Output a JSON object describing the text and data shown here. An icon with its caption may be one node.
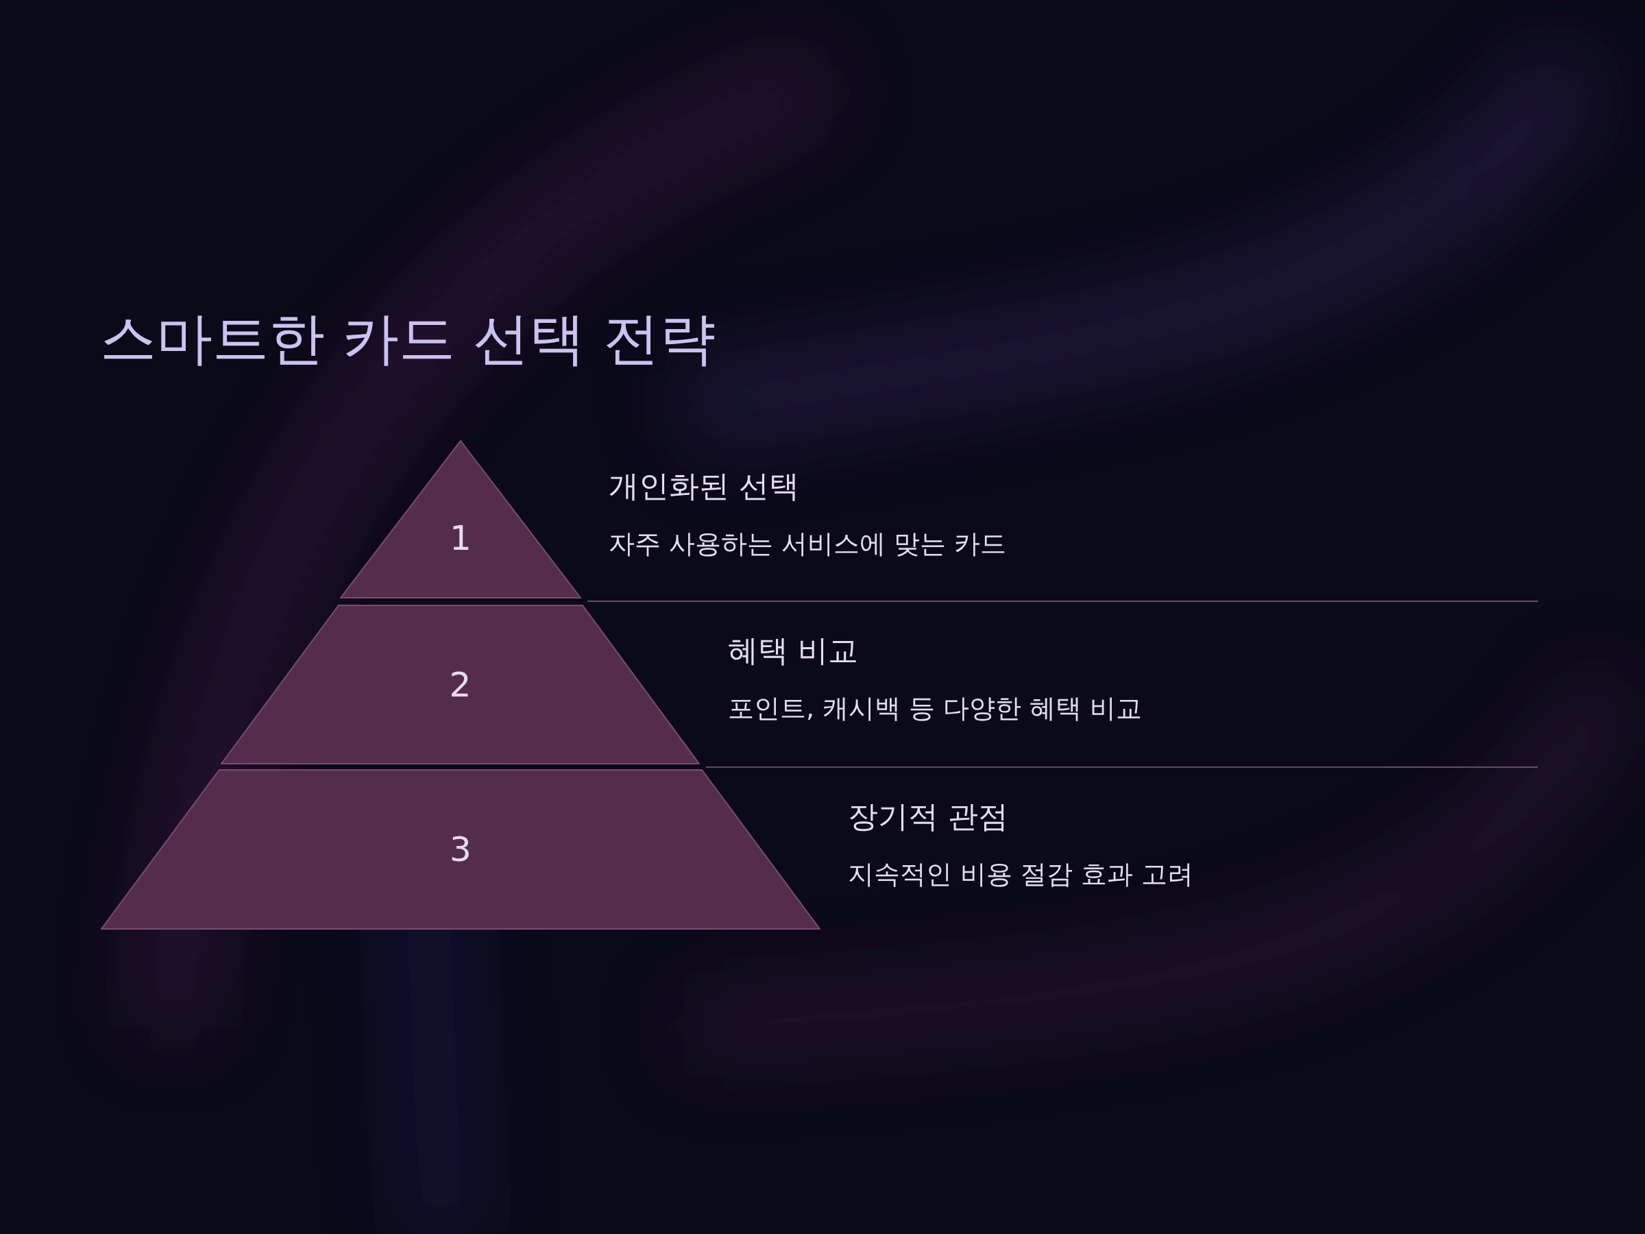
{
  "diagram": {
    "title": "스마트한 카드 선택 전략",
    "nodes": [
      {
        "text": [
          "1"
        ],
        "beside": [
          "개인화된 선택",
          "자주 사용하는 서비스에 맞는 카드"
        ]
      },
      {
        "text": [
          "2"
        ],
        "beside": [
          "혜택 비교",
          "포인트, 캐시백 등 다양한 혜택 비교"
        ]
      },
      {
        "text": [
          "3"
        ],
        "beside": [
          "장기적 관점",
          "지속적인 비용 절감 효과 고려"
        ]
      }
    ],
    "edges": []
  }
}
